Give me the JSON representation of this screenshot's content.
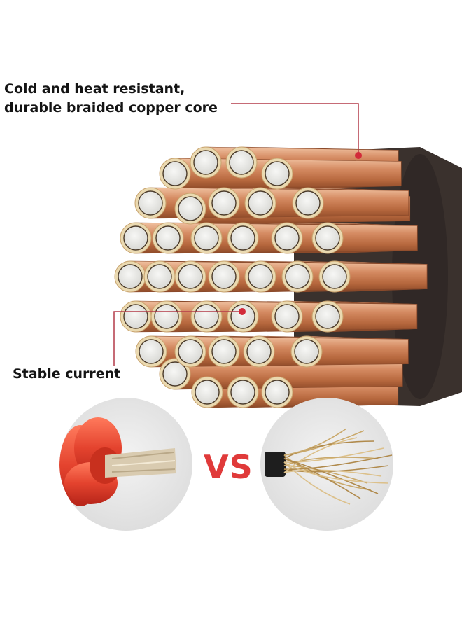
{
  "captions": {
    "top_line1": "Cold and heat resistant,",
    "top_line2": "durable braided copper core",
    "stable": "Stable current"
  },
  "comparison": {
    "label": "VS",
    "label_color": "#e03a3a"
  },
  "colors": {
    "copper": "#c77a52",
    "copper_light": "#e8b08a",
    "strand_cap": "#eeeeea",
    "strand_ring": "#e3d2a8",
    "sheath": "#4a3f3a",
    "leader_line": "#b33a48",
    "red_cable": "#e4432e",
    "bubble_bg": "#ececec"
  }
}
